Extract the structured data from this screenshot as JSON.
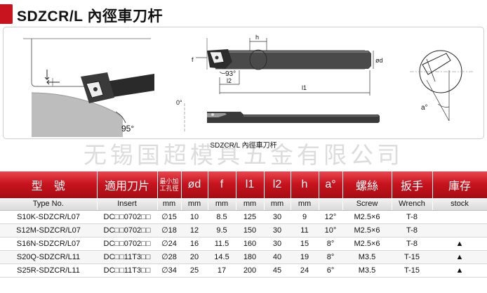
{
  "title": "SDZCR/L 內徑車刀杆",
  "caption": "SDZCR/L 內徑車刀杆",
  "watermark": "无锡国超模具五金有限公司",
  "drawing": {
    "angle_95": "95°",
    "angle_93": "93°",
    "dim_h": "h",
    "dim_f": "f",
    "dim_d": "ød",
    "dim_l1": "l1",
    "dim_l2": "l2",
    "angle_a": "a°",
    "angle_0": "0°"
  },
  "table": {
    "headers_cn": [
      "型　號",
      "適用刀片",
      "最小加工孔徑",
      "ød",
      "f",
      "l1",
      "l2",
      "h",
      "a°",
      "螺絲",
      "扳手",
      "庫存"
    ],
    "headers_en": [
      "Type No.",
      "Insert",
      "mm",
      "mm",
      "mm",
      "mm",
      "mm",
      "mm",
      "",
      "Screw",
      "Wrench",
      "stock"
    ],
    "rows": [
      [
        "S10K-SDZCR/L07",
        "DC□□0702□□",
        "∅15",
        "10",
        "8.5",
        "125",
        "30",
        "9",
        "12°",
        "M2.5×6",
        "T-8",
        ""
      ],
      [
        "S12M-SDZCR/L07",
        "DC□□0702□□",
        "∅18",
        "12",
        "9.5",
        "150",
        "30",
        "11",
        "10°",
        "M2.5×6",
        "T-8",
        ""
      ],
      [
        "S16N-SDZCR/L07",
        "DC□□0702□□",
        "∅24",
        "16",
        "11.5",
        "160",
        "30",
        "15",
        "8°",
        "M2.5×6",
        "T-8",
        "▲"
      ],
      [
        "S20Q-SDZCR/L11",
        "DC□□11T3□□",
        "∅28",
        "20",
        "14.5",
        "180",
        "40",
        "19",
        "8°",
        "M3.5",
        "T-15",
        "▲"
      ],
      [
        "S25R-SDZCR/L11",
        "DC□□11T3□□",
        "∅34",
        "25",
        "17",
        "200",
        "45",
        "24",
        "6°",
        "M3.5",
        "T-15",
        "▲"
      ]
    ]
  }
}
